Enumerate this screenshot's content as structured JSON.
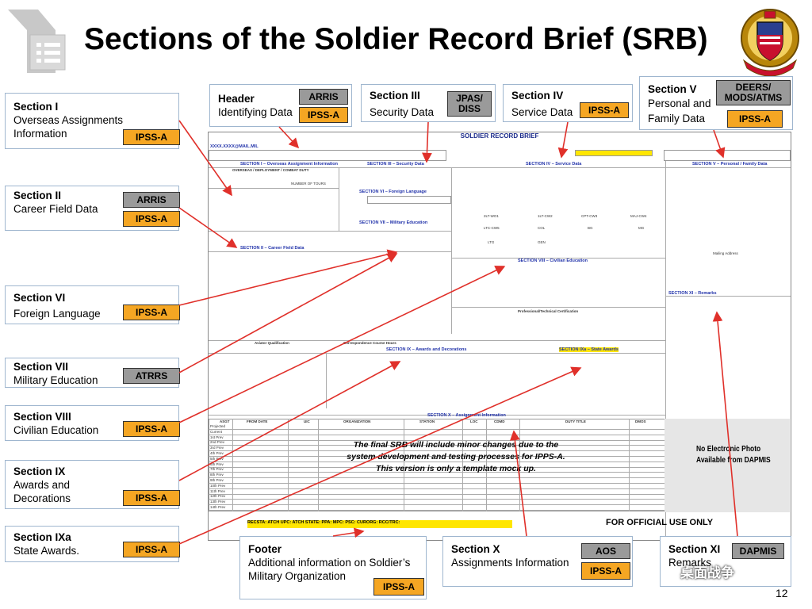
{
  "title": "Sections of the Soldier Record Brief (SRB)",
  "callouts": {
    "section1": {
      "title": "Section I",
      "desc": "Overseas Assignments Information",
      "badges": [
        "IPSS-A"
      ]
    },
    "section2": {
      "title": "Section II",
      "desc": "Career Field Data",
      "badges": [
        "ARRIS",
        "IPSS-A"
      ]
    },
    "section6": {
      "title": "Section VI",
      "desc": "Foreign Language",
      "badges": [
        "IPSS-A"
      ]
    },
    "section7": {
      "title": "Section VII",
      "desc": "Military Education",
      "badges": [
        "ATRRS"
      ]
    },
    "section8": {
      "title": "Section VIII",
      "desc": "Civilian Education",
      "badges": [
        "IPSS-A"
      ]
    },
    "section9": {
      "title": "Section IX",
      "desc": "Awards and Decorations",
      "badges": [
        "IPSS-A"
      ]
    },
    "section9a": {
      "title": "Section IXa",
      "desc": "State Awards.",
      "badges": [
        "IPSS-A"
      ]
    },
    "header": {
      "title": "Header",
      "desc": "Identifying Data",
      "badges": [
        "ARRIS",
        "IPSS-A"
      ]
    },
    "section3": {
      "title": "Section III",
      "desc": "Security Data",
      "badges": [
        "JPAS/ DISS"
      ]
    },
    "section4": {
      "title": "Section IV",
      "desc": "Service Data",
      "badges": [
        "IPSS-A"
      ]
    },
    "section5": {
      "title": "Section V",
      "desc": "Personal and Family Data",
      "badges": [
        "DEERS/ MODS/ATMS",
        "IPSS-A"
      ]
    },
    "footer": {
      "title": "Footer",
      "desc": "Additional information on Soldier’s Military Organization",
      "badges": [
        "IPSS-A"
      ]
    },
    "section10": {
      "title": "Section X",
      "desc": "Assignments Information",
      "badges": [
        "AOS",
        "IPSS-A"
      ]
    },
    "section11": {
      "title": "Section XI",
      "desc": "Remarks",
      "badges": [
        "DAPMIS"
      ]
    }
  },
  "document": {
    "heading": "SOLDIER RECORD BRIEF",
    "name_line": "XXXX.XXXX@MAIL.MIL",
    "sections": {
      "s1": "SECTION I – Overseas Assignment Information",
      "s2": "SECTION II – Career Field Data",
      "s3": "SECTION III – Security Data",
      "s4": "SECTION IV – Service Data",
      "s5": "SECTION V – Personal / Family Data",
      "s6": "SECTION VI – Foreign Language",
      "s7": "SECTION VII – Military Education",
      "s8": "SECTION VIII – Civilian Education",
      "s9": "SECTION IX – Awards and Decorations",
      "s9a": "SECTION IXa – State Awards",
      "s10": "SECTION X – Assignment Information",
      "s11": "SECTION XI – Remarks"
    },
    "overseas_duty": "OVERSEAS / DEPLOYMENT / COMBAT DUTY",
    "number_of_tours": "NUMBER OF TOURS",
    "aviator": "Aviator Qualification",
    "prof_cert": "Professional/Technical Certification",
    "corr_course": "Correspondence Course Hours",
    "mailing": "Mailing Address",
    "grades": [
      "2LT-WO1",
      "1LT-CW2",
      "CPT-CW3",
      "MAJ-CW4"
    ],
    "grades2": [
      "LTC-CW5",
      "COL",
      "BG",
      "MG"
    ],
    "grades3": [
      "LTG",
      "GEN"
    ],
    "assign_cols": [
      "ASGT",
      "FROM DATE",
      "UIC",
      "ORGANIZATION",
      "STATION",
      "LOC",
      "CDMD",
      "DUTY TITLE",
      "DMOS"
    ],
    "assign_rows": [
      "Projected",
      "Current",
      "1st Prev",
      "2nd Prev",
      "3rd Prev",
      "4th Prev",
      "5th Prev",
      "6th Prev",
      "7th Prev",
      "8th Prev",
      "9th Prev",
      "10th Prev",
      "11th Prev",
      "12th Prev",
      "13th Prev",
      "14th Prev"
    ],
    "photo_text": [
      "No Electronic Photo",
      "Available from DAPMIS"
    ],
    "note": [
      "The final SRB will include minor changes due to the",
      "system development and testing processes for IPPS-A.",
      "This version is only a template mock up."
    ],
    "fouo": "FOR OFFICIAL USE ONLY",
    "footer_strip": "RECSTA:    ATCH UPC:    ATCH STATE:    PPA:    MPC:    PSC:    CURORG:    RCC/TRC:"
  },
  "page_number": "12",
  "watermark": "桌面战争",
  "colors": {
    "badge_orange": "#f5a623",
    "badge_gray": "#9a9a9a",
    "arrow_red": "#e0302a",
    "callout_border": "#9fb6cf",
    "doc_blue": "#2233aa"
  }
}
